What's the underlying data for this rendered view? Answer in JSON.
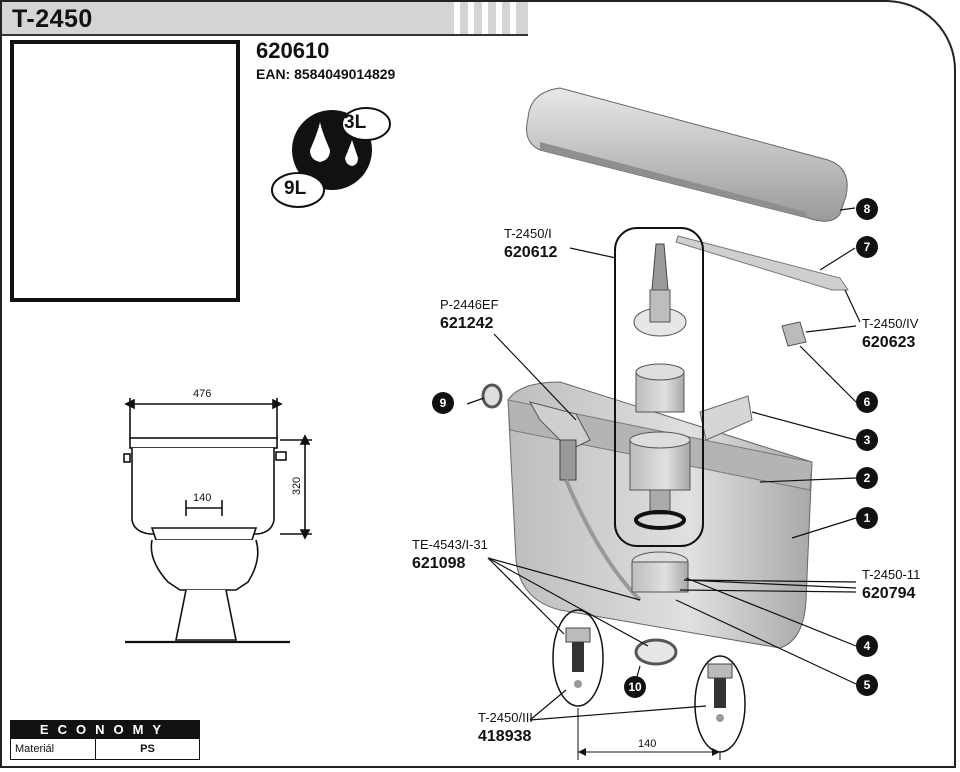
{
  "header": {
    "model": "T-2450"
  },
  "product": {
    "code": "620610",
    "ean": "EAN: 8584049014829"
  },
  "flush_badge": {
    "big": "9L",
    "small": "3L"
  },
  "dimensions": {
    "width": "476",
    "inner": "140",
    "height": "320",
    "outlets": "140"
  },
  "parts": [
    {
      "code": "T-2450/I",
      "number": "620612"
    },
    {
      "code": "P-2446EF",
      "number": "621242"
    },
    {
      "code": "T-2450/IV",
      "number": "620623"
    },
    {
      "code": "TE-4543/I-31",
      "number": "621098"
    },
    {
      "code": "T-2450-11",
      "number": "620794"
    },
    {
      "code": "T-2450/III",
      "number": "418938"
    }
  ],
  "callouts": [
    "1",
    "2",
    "3",
    "4",
    "5",
    "6",
    "7",
    "8",
    "9",
    "10"
  ],
  "economy": {
    "title": "ECONOMY",
    "material_label": "Materiál",
    "material_value": "PS"
  },
  "colors": {
    "frame": "#222222",
    "header_bg": "#d4d4d4",
    "callout": "#111111"
  }
}
